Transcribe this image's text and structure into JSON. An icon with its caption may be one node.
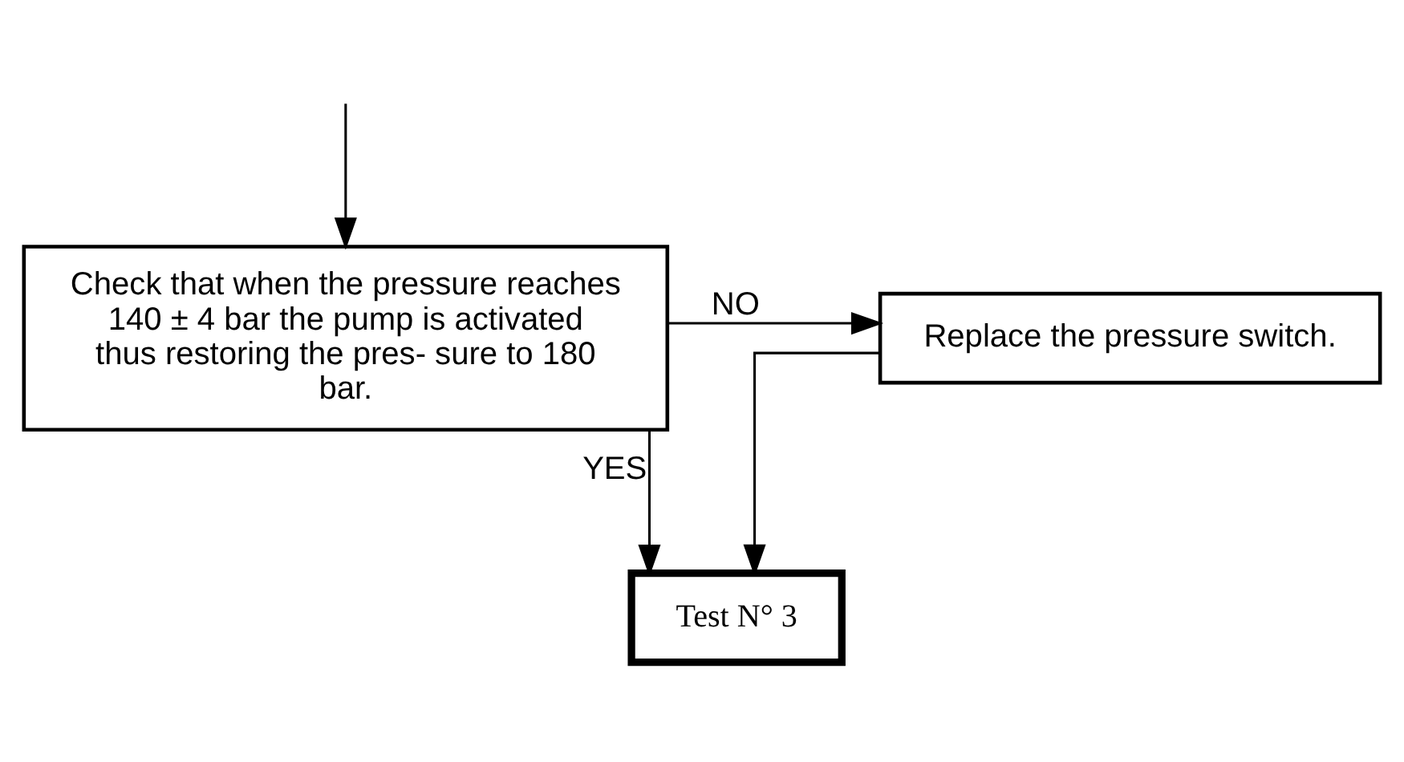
{
  "diagram": {
    "nodes": [
      {
        "text": [
          "Check that when the pressure reaches 140 ± 4 bar the pump is activated thus restoring the pres- sure to 180 bar."
        ]
      },
      {
        "text": [
          "Replace the pressure switch."
        ]
      },
      {
        "text": [
          "Test N° 3"
        ]
      }
    ],
    "edges": [
      {
        "from": null,
        "to": 0,
        "arrow": "to"
      },
      {
        "from": 0,
        "to": 1,
        "arrow": "to",
        "label": "NO"
      },
      {
        "from": 0,
        "to": 2,
        "arrow": "to",
        "label": "YES"
      },
      {
        "from": 1,
        "to": 2,
        "arrow": "to"
      }
    ]
  }
}
